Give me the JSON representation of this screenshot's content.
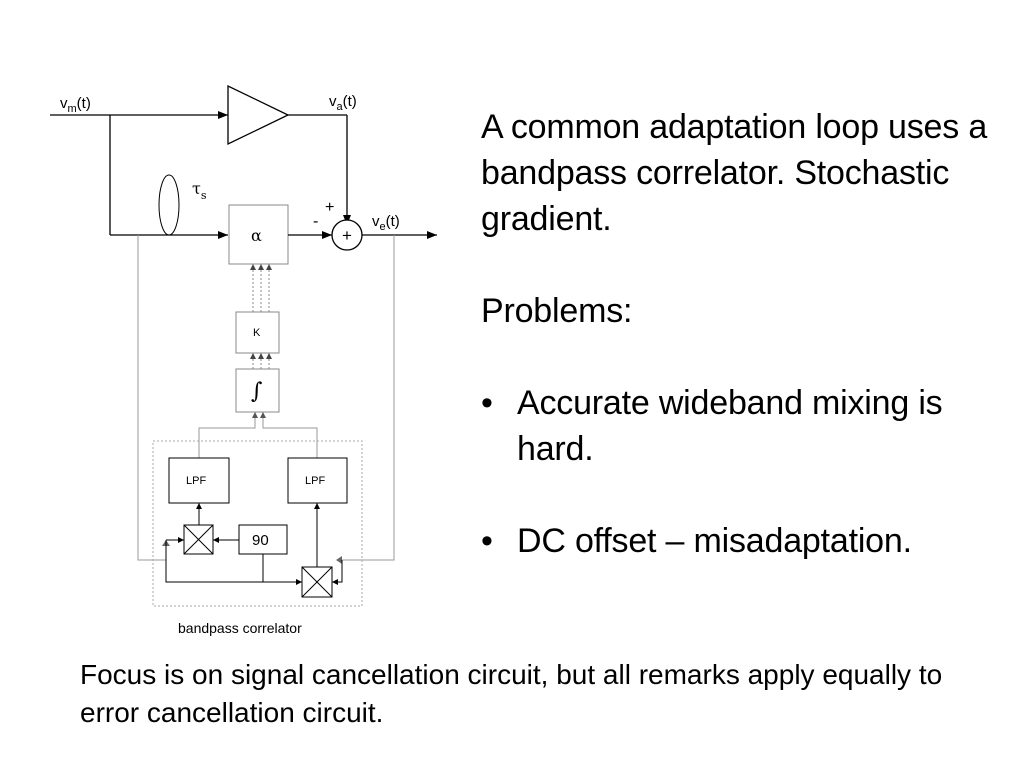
{
  "diagram": {
    "labels": {
      "vm": "v",
      "vm_sub": "m",
      "vm_tail": "(t)",
      "va": "v",
      "va_sub": "a",
      "va_tail": "(t)",
      "ve": "v",
      "ve_sub": "e",
      "ve_tail": "(t)",
      "tau": "τ",
      "tau_sub": "s",
      "alpha": "α",
      "plus_sign": "+",
      "minus_sign": "-",
      "summer": "+",
      "k_block": "K",
      "integrator": "∫",
      "lpf_left": "LPF",
      "lpf_right": "LPF",
      "phase_shift": "90",
      "caption": "bandpass correlator"
    }
  },
  "text": {
    "intro": "A common adaptation loop uses a bandpass correlator. Stochastic gradient.",
    "problems_heading": "Problems",
    "problems_colon": ":",
    "bullet_symbol": "•",
    "bullets": [
      "Accurate wideband mixing is hard.",
      "DC offset – misadaptation."
    ]
  },
  "footer": {
    "note": "Focus is on signal cancellation circuit, but all remarks apply equally to error cancellation circuit."
  }
}
